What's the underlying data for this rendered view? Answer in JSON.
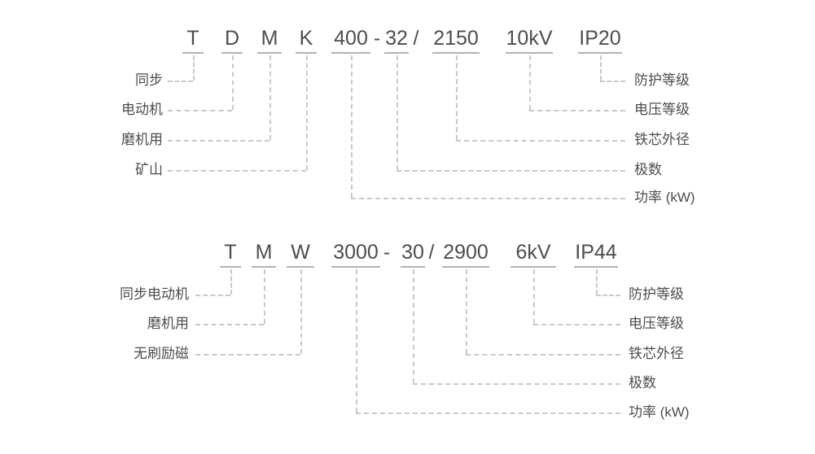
{
  "colors": {
    "text": "#4d4d4d",
    "dash_line": "#c9c9c9",
    "underline": "#b3b3b3",
    "background": "#ffffff"
  },
  "diagrams": [
    {
      "tokens": [
        "T",
        "D",
        "M",
        "K",
        "400",
        "-",
        "32",
        "/",
        "2150",
        "10kV",
        "IP20"
      ],
      "left_labels": [
        "同步",
        "电动机",
        "磨机用",
        "矿山"
      ],
      "right_labels": [
        "防护等级",
        "电压等级",
        "铁芯外径",
        "极数",
        "功率 (kW)"
      ]
    },
    {
      "tokens": [
        "T",
        "M",
        "W",
        "3000",
        "-",
        "30",
        "/",
        "2900",
        "6kV",
        "IP44"
      ],
      "left_labels": [
        "同步电动机",
        "磨机用",
        "无刷励磁"
      ],
      "right_labels": [
        "防护等级",
        "电压等级",
        "铁芯外径",
        "极数",
        "功率 (kW)"
      ]
    }
  ]
}
